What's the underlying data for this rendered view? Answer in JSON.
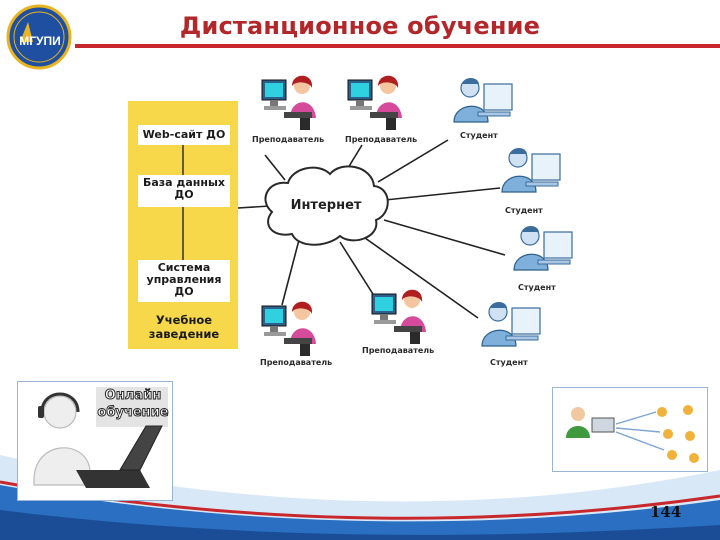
{
  "slide": {
    "title": "Дистанционное обучение",
    "logo_text": "МГУПИ",
    "page_number": "144"
  },
  "institution": {
    "items": [
      "Web-сайт ДО",
      "База данных ДО",
      "Система управления ДО"
    ],
    "label": "Учебное заведение"
  },
  "network": {
    "center": "Интернет",
    "nodes": [
      {
        "role": "teacher",
        "label": "Преподаватель"
      },
      {
        "role": "teacher",
        "label": "Преподаватель"
      },
      {
        "role": "student",
        "label": "Студент"
      },
      {
        "role": "student",
        "label": "Студент"
      },
      {
        "role": "student",
        "label": "Студент"
      },
      {
        "role": "student",
        "label": "Студент"
      },
      {
        "role": "teacher",
        "label": "Преподаватель"
      },
      {
        "role": "teacher",
        "label": "Преподаватель"
      }
    ]
  },
  "online_panel": {
    "text": "Онлайн обучение"
  },
  "colors": {
    "title": "#b3262a",
    "accent_line": "#c8282c",
    "institution_bg": "#f7d84a",
    "wave_blue": "#2a6fc2"
  }
}
